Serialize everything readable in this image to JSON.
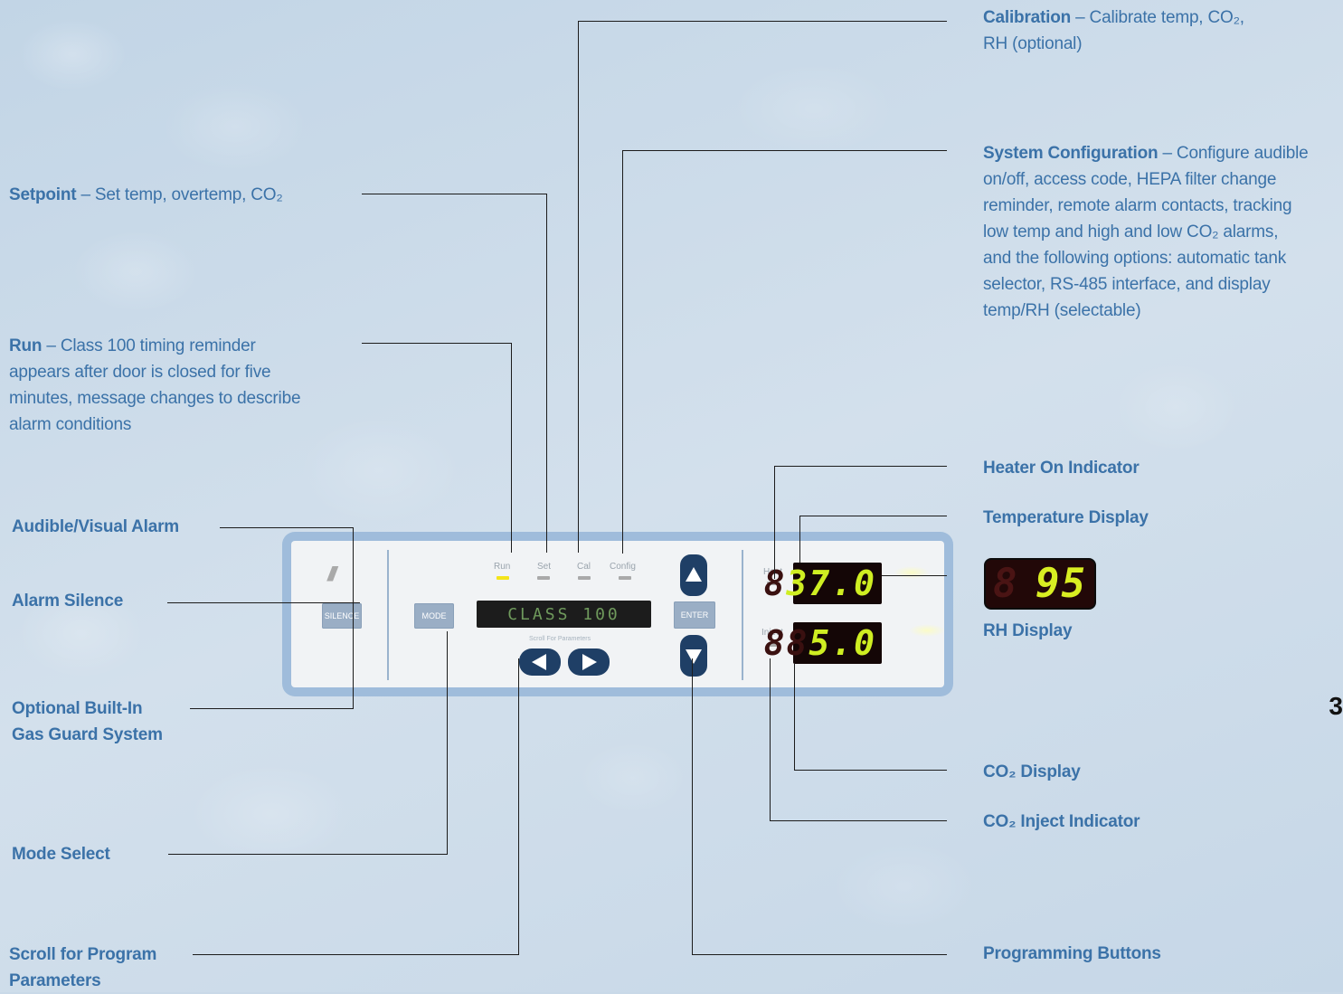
{
  "page_number": "3",
  "callouts": {
    "calibration": {
      "title": "Calibration",
      "desc_line1": " – Calibrate temp, CO₂,",
      "desc_line2": "RH (optional)"
    },
    "system_config": {
      "title": "System Configuration",
      "desc_line1": " – Configure audible",
      "lines": [
        "on/off, access code, HEPA filter change",
        "reminder, remote alarm contacts, tracking",
        "low temp and high and low CO₂ alarms,",
        "and the following options: automatic tank",
        "selector, RS-485 interface, and display",
        "temp/RH (selectable)"
      ]
    },
    "setpoint": {
      "title": "Setpoint",
      "desc": " – Set temp, overtemp, CO₂"
    },
    "run": {
      "title": "Run",
      "desc_line1": " – Class 100 timing reminder",
      "lines": [
        "appears after door is closed for five",
        "minutes, message changes to describe",
        "alarm conditions"
      ]
    },
    "audible_visual_alarm": "Audible/Visual Alarm",
    "alarm_silence": "Alarm Silence",
    "gas_guard_line1": "Optional Built-In",
    "gas_guard_line2": "Gas Guard System",
    "mode_select": "Mode Select",
    "scroll_line1": "Scroll for Program",
    "scroll_line2": "Parameters",
    "heater_on": "Heater On Indicator",
    "temperature_display": "Temperature Display",
    "rh_display": "RH Display",
    "co2_display": "CO₂ Display",
    "co2_inject": "CO₂ Inject Indicator",
    "programming_buttons": "Programming Buttons"
  },
  "panel": {
    "logo": "///",
    "silence_label": "SILENCE",
    "mode_label": "MODE",
    "enter_label": "ENTER",
    "up_arrow": "▲",
    "down_arrow": "▼",
    "left_arrow": "◀",
    "right_arrow": "▶",
    "lcd_text": "CLASS 100",
    "scroll_label": "Scroll For Parameters",
    "leds": {
      "run": "Run",
      "set": "Set",
      "cal": "Cal",
      "config": "Config",
      "heat": "Heat",
      "inject": "Inject"
    },
    "temp_ghost": "8",
    "temp_value": "37.0",
    "co2_ghost": "88",
    "co2_value": "5.0",
    "rh_ghost": "8",
    "rh_value": "95"
  },
  "colors": {
    "label_blue": "#3b72a8",
    "led_on": "#f4e41a",
    "segment_green": "#cfee22",
    "panel_button": "#9aaec5"
  }
}
